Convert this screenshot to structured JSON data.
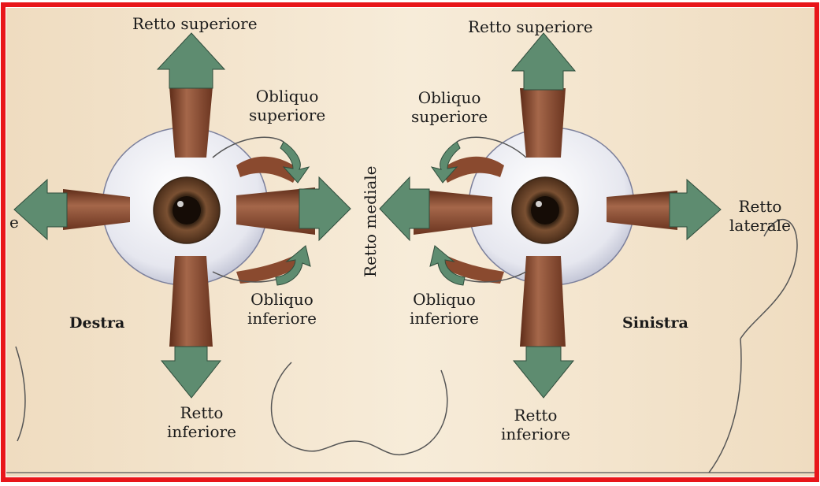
{
  "labels": {
    "right_sup_rect": "Retto superiore",
    "right_obl_sup_1": "Obliquo",
    "right_obl_sup_2": "superiore",
    "right_obl_inf_1": "Obliquo",
    "right_obl_inf_2": "inferiore",
    "right_inf_rect_1": "Retto",
    "right_inf_rect_2": "inferiore",
    "right_eye_side": "Destra",
    "cut_left": "e",
    "medial": "Retto mediale",
    "left_sup_rect": "Retto superiore",
    "left_obl_sup_1": "Obliquo",
    "left_obl_sup_2": "superiore",
    "left_obl_inf_1": "Obliquo",
    "left_obl_inf_2": "inferiore",
    "left_inf_rect_1": "Retto",
    "left_inf_rect_2": "inferiore",
    "left_eye_side": "Sinistra",
    "left_lat_1": "Retto",
    "left_lat_2": "laterale"
  },
  "colors": {
    "frame": "#e8161a",
    "skin": "#f3e6cf",
    "arrow": "#5e8c70",
    "muscle": "#8a4a2f",
    "iris": "#6b4226"
  }
}
